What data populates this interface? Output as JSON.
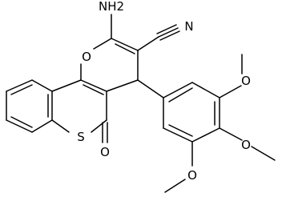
{
  "molecule": {
    "atom_labels": {
      "nh2": "NH2",
      "nitrile_n": "N",
      "ring_o": "O",
      "ring_s": "S",
      "carbonyl_o": "O",
      "methoxy_o_top": "O",
      "methoxy_o_mid": "O",
      "methoxy_o_bottom": "O"
    }
  }
}
